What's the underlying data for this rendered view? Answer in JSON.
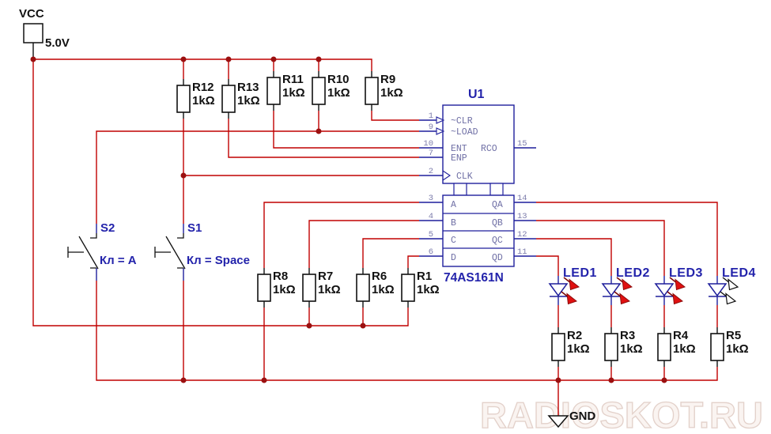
{
  "power": {
    "vcc_label": "VCC",
    "vcc_value": "5.0V",
    "gnd_label": "GND"
  },
  "ic": {
    "ref": "U1",
    "part": "74AS161N",
    "ctrl_pins": [
      {
        "num": "1",
        "label": "~CLR"
      },
      {
        "num": "9",
        "label": "~LOAD"
      },
      {
        "num": "10",
        "label": "ENT"
      },
      {
        "num": "7",
        "label": "ENP"
      },
      {
        "num": "2",
        "label": "CLK"
      }
    ],
    "rco_pin": {
      "num": "15",
      "label": "RCO"
    },
    "data_pins": [
      {
        "num": "3",
        "label": "A"
      },
      {
        "num": "4",
        "label": "B"
      },
      {
        "num": "5",
        "label": "C"
      },
      {
        "num": "6",
        "label": "D"
      }
    ],
    "out_pins": [
      {
        "num": "14",
        "label": "QA"
      },
      {
        "num": "13",
        "label": "QB"
      },
      {
        "num": "12",
        "label": "QC"
      },
      {
        "num": "11",
        "label": "QD"
      }
    ]
  },
  "resistors": [
    {
      "name": "R12",
      "value": "1kΩ"
    },
    {
      "name": "R13",
      "value": "1kΩ"
    },
    {
      "name": "R11",
      "value": "1kΩ"
    },
    {
      "name": "R10",
      "value": "1kΩ"
    },
    {
      "name": "R9",
      "value": "1kΩ"
    },
    {
      "name": "R8",
      "value": "1kΩ"
    },
    {
      "name": "R7",
      "value": "1kΩ"
    },
    {
      "name": "R6",
      "value": "1kΩ"
    },
    {
      "name": "R1",
      "value": "1kΩ"
    },
    {
      "name": "R2",
      "value": "1kΩ"
    },
    {
      "name": "R3",
      "value": "1kΩ"
    },
    {
      "name": "R4",
      "value": "1kΩ"
    },
    {
      "name": "R5",
      "value": "1kΩ"
    }
  ],
  "switches": [
    {
      "name": "S2",
      "key": "Кл = A"
    },
    {
      "name": "S1",
      "key": "Кл = Space"
    }
  ],
  "leds": [
    {
      "name": "LED1",
      "state": "lit"
    },
    {
      "name": "LED2",
      "state": "lit"
    },
    {
      "name": "LED3",
      "state": "lit"
    },
    {
      "name": "LED4",
      "state": "off"
    }
  ],
  "watermark": "RADIOSKOT.RU",
  "colors": {
    "wire": "#c00000",
    "junction": "#9b1010",
    "symbol": "#1f1f9c",
    "label_blue": "#2323ab"
  }
}
